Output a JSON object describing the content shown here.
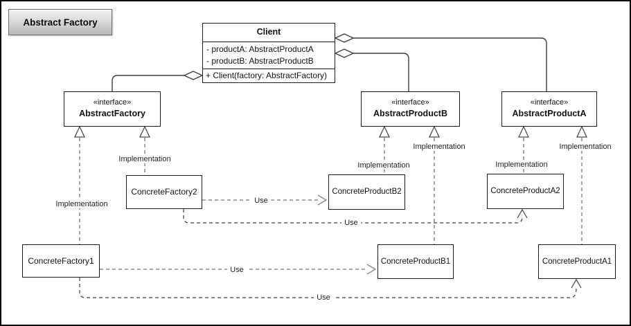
{
  "title": "Abstract Factory",
  "client": {
    "name": "Client",
    "attr1": "- productA: AbstractProductA",
    "attr2": "- productB: AbstractProductB",
    "method1": "+ Client(factory: AbstractFactory)"
  },
  "interfaces": {
    "abstract_factory": {
      "stereotype": "«interface»",
      "name": "AbstractFactory"
    },
    "abstract_product_b": {
      "stereotype": "«interface»",
      "name": "AbstractProductB"
    },
    "abstract_product_a": {
      "stereotype": "«interface»",
      "name": "AbstractProductA"
    }
  },
  "concrete": {
    "factory2": "ConcreteFactory2",
    "factory1": "ConcreteFactory1",
    "product_b2": "ConcreteProductB2",
    "product_b1": "ConcreteProductB1",
    "product_a2": "ConcreteProductA2",
    "product_a1": "ConcreteProductA1"
  },
  "edge_labels": {
    "implementation": "Implementation",
    "use": "Use"
  },
  "colors": {
    "box_border": "#1b1b1b",
    "solid_edge": "#3d3d3d",
    "impl_dashed": "#757575",
    "use_dashed_light": "#8a8a8a",
    "use_dashed_dark": "#3f3f3f",
    "background": "#ffffff"
  }
}
